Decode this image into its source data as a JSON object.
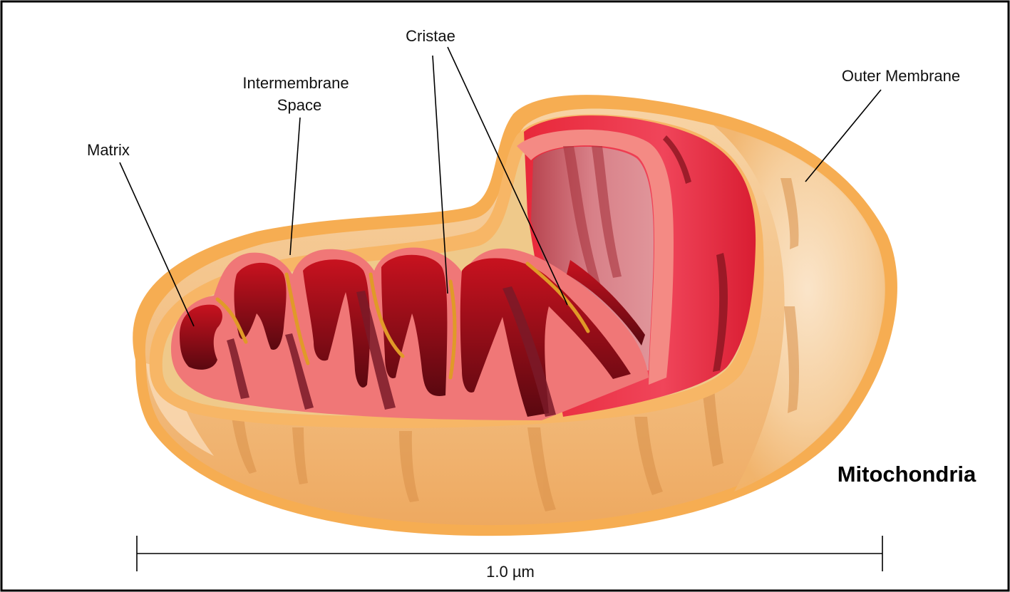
{
  "labels": {
    "matrix": "Matrix",
    "intermembrane_line1": "Intermembrane",
    "intermembrane_line2": "Space",
    "cristae": "Cristae",
    "outer_membrane": "Outer Membrane"
  },
  "title": "Mitochondria",
  "scale_bar": {
    "label": "1.0 µm"
  },
  "colors": {
    "outer_membrane": "#f8b35c",
    "outer_body": "#f4c48d",
    "inner_membrane": "#f0807a",
    "matrix": "#b3131e",
    "matrix_dark": "#6e0a12",
    "intermembrane_space": "#e8a23a",
    "inner_bright": "#ee3a48"
  }
}
